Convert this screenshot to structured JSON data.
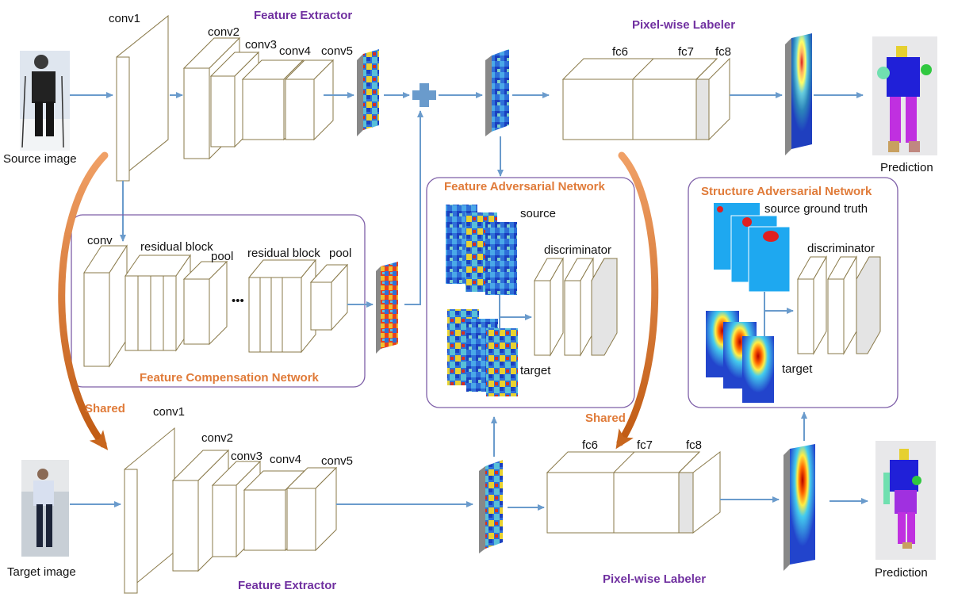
{
  "titles": {
    "feature_extractor_top": "Feature Extractor",
    "pixel_labeler_top": "Pixel-wise Labeler",
    "feature_extractor_bottom": "Feature Extractor",
    "pixel_labeler_bottom": "Pixel-wise Labeler",
    "feature_adversarial": "Feature Adversarial Network",
    "structure_adversarial": "Structure Adversarial Network",
    "feature_compensation": "Feature Compensation Network",
    "shared_left": "Shared",
    "shared_right": "Shared"
  },
  "labels": {
    "source_image": "Source image",
    "target_image": "Target image",
    "prediction_top": "Prediction",
    "prediction_bottom": "Prediction",
    "conv1_top": "conv1",
    "conv2_top": "conv2",
    "conv3_top": "conv3",
    "conv4_top": "conv4",
    "conv5_top": "conv5",
    "conv1_bot": "conv1",
    "conv2_bot": "conv2",
    "conv3_bot": "conv3",
    "conv4_bot": "conv4",
    "conv5_bot": "conv5",
    "fc6_top": "fc6",
    "fc7_top": "fc7",
    "fc8_top": "fc8",
    "fc6_bot": "fc6",
    "fc7_bot": "fc7",
    "fc8_bot": "fc8",
    "fcn_conv": "conv",
    "fcn_residual1": "residual block",
    "fcn_pool1": "pool",
    "fcn_residual2": "residual block",
    "fcn_pool2": "pool",
    "fcn_ellipsis": "•••",
    "fan_source": "source",
    "fan_target": "target",
    "fan_discriminator": "discriminator",
    "san_source_gt": "source ground truth",
    "san_target": "target",
    "san_discriminator": "discriminator"
  },
  "colors": {
    "arrow": "#6a9bcc",
    "title_purple": "#7030a0",
    "title_orange": "#e07b39",
    "shared_arrow": "#c8661e",
    "frame": "#7e5fa8",
    "plus": "#6a9bcc"
  }
}
